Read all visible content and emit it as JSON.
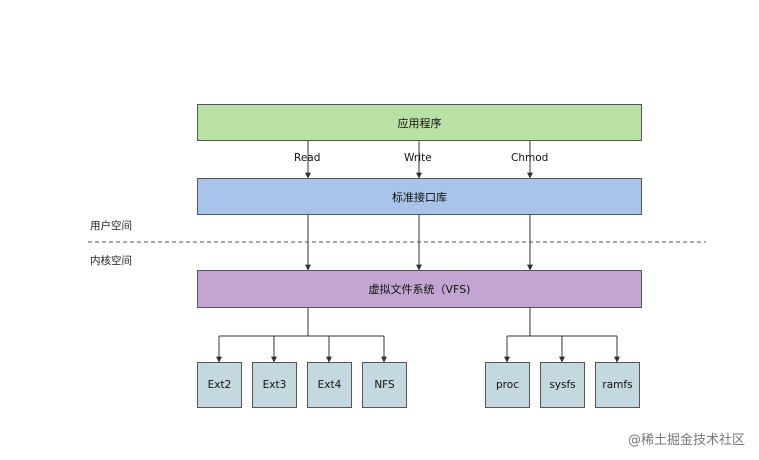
{
  "diagram": {
    "top_box": "应用程序",
    "calls": [
      "Read",
      "Write",
      "Chmod"
    ],
    "lib_box": "标准接口库",
    "user_space": "用户空间",
    "kernel_space": "内核空间",
    "vfs_box": "虚拟文件系统（VFS)",
    "fs_left": [
      "Ext2",
      "Ext3",
      "Ext4",
      "NFS"
    ],
    "fs_right": [
      "proc",
      "sysfs",
      "ramfs"
    ]
  },
  "watermark": "@稀土掘金技术社区",
  "colors": {
    "app": "#b9e0a5",
    "lib": "#a9c4eb",
    "vfs": "#c3a5d1",
    "fs": "#c3d9df",
    "line": "#333333"
  }
}
